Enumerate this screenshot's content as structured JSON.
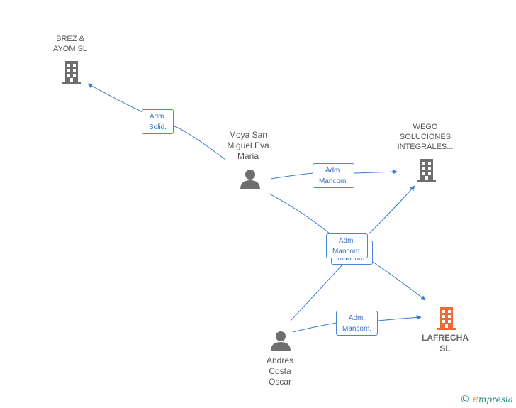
{
  "nodes": {
    "brez": {
      "label": "BREZ &\nAYOM  SL",
      "icon": "building-icon",
      "color": "#6e6e6e"
    },
    "moya": {
      "label": "Moya San\nMiguel Eva\nMaria",
      "icon": "person-icon",
      "color": "#6e6e6e"
    },
    "wego": {
      "label": "WEGO\nSOLUCIONES\nINTEGRALES...",
      "icon": "building-icon",
      "color": "#6e6e6e"
    },
    "andres": {
      "label": "Andres\nCosta\nOscar",
      "icon": "person-icon",
      "color": "#6e6e6e"
    },
    "lafrecha": {
      "label": "LAFRECHA\nSL",
      "icon": "building-icon",
      "color": "#f06a35"
    }
  },
  "edges": {
    "e1": {
      "label": "Adm.\nSolid."
    },
    "e2": {
      "label": "Adm.\nMancom."
    },
    "e3": {
      "label": "Adm.\nMancom."
    },
    "e4": {
      "label": "Adm.\nMancom."
    },
    "e5": {
      "label": "Adm.\nMancom."
    }
  },
  "colors": {
    "edge": "#3a7bd5",
    "text": "#555555"
  },
  "watermark": {
    "copyright": "©",
    "brand_first": "e",
    "brand_rest": "mpresia"
  }
}
